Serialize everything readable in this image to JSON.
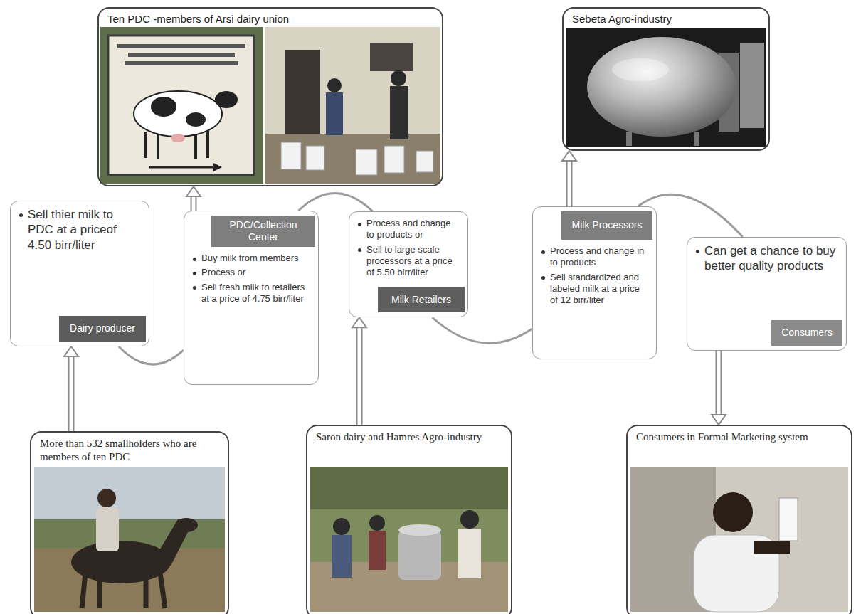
{
  "diagram": {
    "nodes": [
      {
        "text": [
          "Ten PDC -members of Arsi dairy union"
        ]
      },
      {
        "text": [
          "Sebeta Agro-industry"
        ]
      },
      {
        "text": [
          "Sell thier milk to PDC at a priceof 4.50 birr/liter"
        ]
      },
      {
        "text": [
          "Dairy producer"
        ],
        "in": 2
      },
      {
        "text": [
          "Buy milk from members",
          "Process or",
          "Sell fresh milk to retailers at a price of 4.75 birr/liter"
        ]
      },
      {
        "text": [
          "PDC/Collection Center"
        ],
        "in": 4
      },
      {
        "text": [
          "Process and change to products or",
          "Sell to large scale processors at a price of 5.50 birr/liter"
        ]
      },
      {
        "text": [
          "Milk Retailers"
        ],
        "in": 6
      },
      {
        "text": [
          "Process and change in to products",
          "Sell standardized and labeled milk at a price of 12 birr/liter"
        ]
      },
      {
        "text": [
          "Milk Processors"
        ],
        "in": 8
      },
      {
        "text": [
          "Can get a chance to buy better quality products"
        ]
      },
      {
        "text": [
          "Consumers"
        ],
        "in": 10
      },
      {
        "text": [
          "More than 532 smallholders who are members of ten PDC"
        ]
      },
      {
        "text": [
          "Saron dairy and Hamres Agro-industry"
        ]
      },
      {
        "text": [
          "Consumers in Formal Marketing system"
        ]
      }
    ],
    "edges": [
      {
        "from": 12,
        "to": 2,
        "arrow": "to"
      },
      {
        "from": 2,
        "to": 4,
        "arrow": "none"
      },
      {
        "from": 4,
        "to": 0,
        "arrow": "to"
      },
      {
        "from": 4,
        "to": 6,
        "arrow": "none"
      },
      {
        "from": 13,
        "to": 6,
        "arrow": "to"
      },
      {
        "from": 6,
        "to": 8,
        "arrow": "none"
      },
      {
        "from": 8,
        "to": 1,
        "arrow": "to"
      },
      {
        "from": 8,
        "to": 10,
        "arrow": "none"
      },
      {
        "from": 10,
        "to": 14,
        "arrow": "to"
      }
    ]
  }
}
